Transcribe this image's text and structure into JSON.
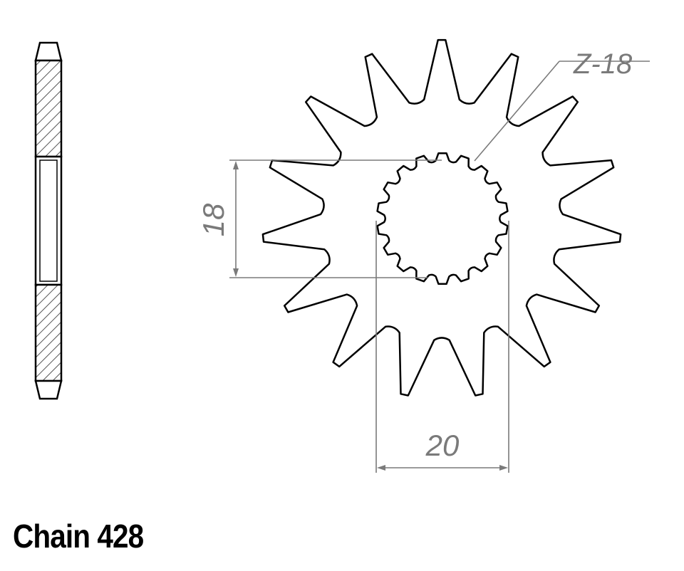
{
  "diagram": {
    "teeth_label": "Z-18",
    "bore_height_label": "18",
    "bore_width_label": "20",
    "caption": "Chain 428"
  },
  "colors": {
    "outline": "#000000",
    "dimension": "#7a7a7a",
    "background": "#ffffff"
  }
}
